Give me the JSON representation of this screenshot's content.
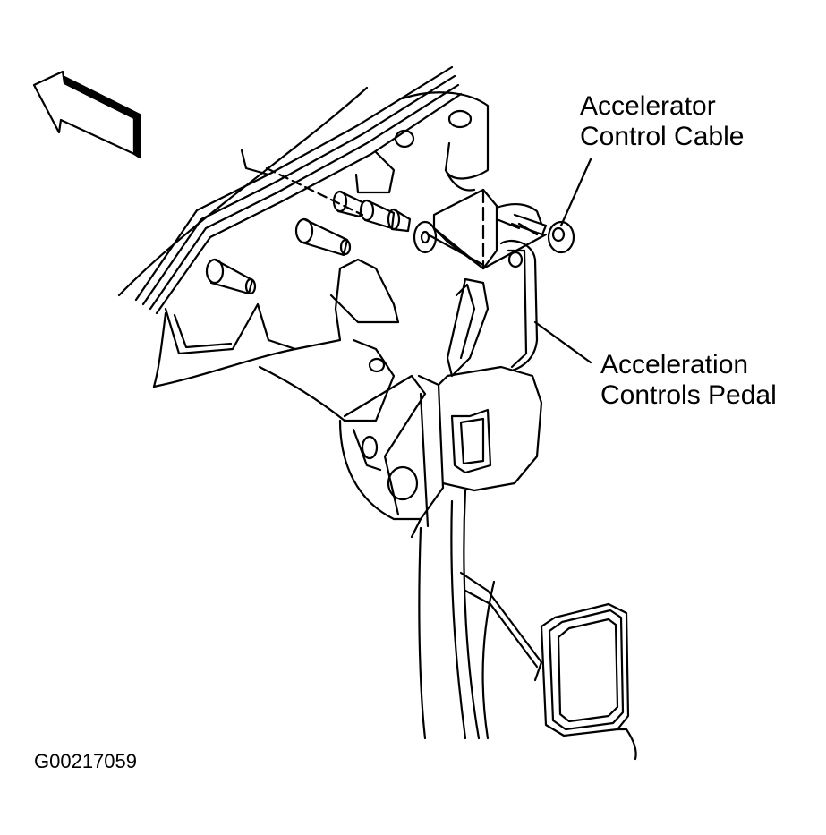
{
  "labels": {
    "cable_line1": "Accelerator",
    "cable_line2": "Control Cable",
    "pedal_line1": "Acceleration",
    "pedal_line2": "Controls Pedal"
  },
  "figure_id": "G00217059",
  "colors": {
    "ink": "#000000",
    "paper": "#ffffff"
  },
  "icons": [
    "direction-arrow-icon"
  ]
}
